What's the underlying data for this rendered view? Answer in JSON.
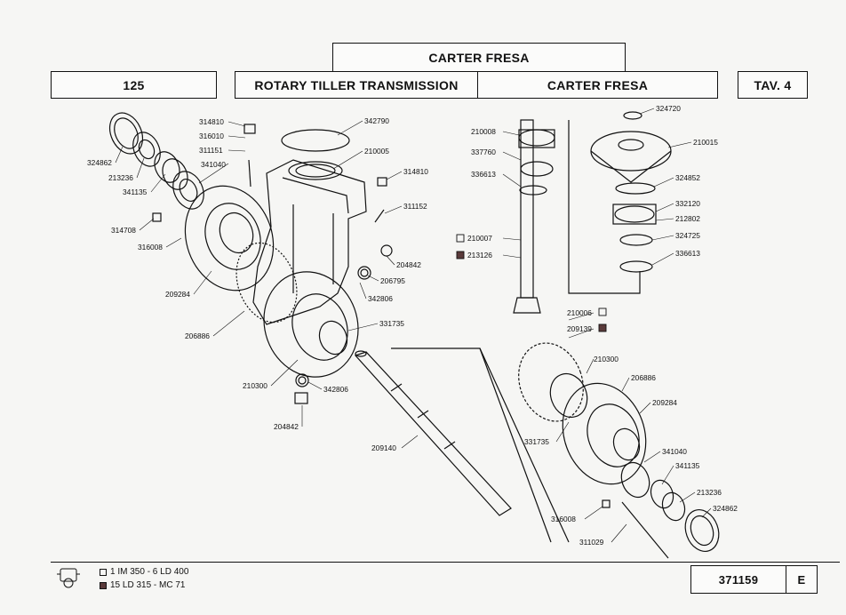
{
  "header": {
    "top_title": "CARTER FRESA",
    "model": "125",
    "title_en": "ROTARY TILLER TRANSMISSION",
    "title_it": "CARTER FRESA",
    "table": "TAV. 4"
  },
  "footer": {
    "legend": [
      {
        "marker": "empty",
        "text": "1 IM 350 - 6 LD 400"
      },
      {
        "marker": "filled",
        "text": "15 LD 315 - MC 71"
      }
    ],
    "doc_number": "371159",
    "edition": "E"
  },
  "part_labels": {
    "p324862_a": "324862",
    "p213236_a": "213236",
    "p341135_a": "341135",
    "p314810_a": "314810",
    "p316010": "316010",
    "p311151": "311151",
    "p341040_a": "341040",
    "p314708": "314708",
    "p316008_a": "316008",
    "p209284_a": "209284",
    "p206886_a": "206886",
    "p210300_a": "210300",
    "p342790": "342790",
    "p210005": "210005",
    "p314810_b": "314810",
    "p311152": "311152",
    "p204842_a": "204842",
    "p206795": "206795",
    "p342806_a": "342806",
    "p331735_a": "331735",
    "p342806_b": "342806",
    "p204842_b": "204842",
    "p209140": "209140",
    "p210008": "210008",
    "p337760": "337760",
    "p336613_a": "336613",
    "p210007": "210007",
    "p213126": "213126",
    "p324720": "324720",
    "p210015": "210015",
    "p324852": "324852",
    "p332120": "332120",
    "p212802": "212802",
    "p324725": "324725",
    "p336613_b": "336613",
    "p210006": "210006",
    "p209139": "209139",
    "p210300_b": "210300",
    "p206886_b": "206886",
    "p209284_b": "209284",
    "p331735_b": "331735",
    "p341040_b": "341040",
    "p341135_b": "341135",
    "p213236_b": "213236",
    "p324862_b": "324862",
    "p316008_b": "316008",
    "p311029": "311029"
  },
  "colors": {
    "ink": "#111111",
    "filled_marker": "#5a3a3a",
    "paper": "#f6f6f4"
  }
}
